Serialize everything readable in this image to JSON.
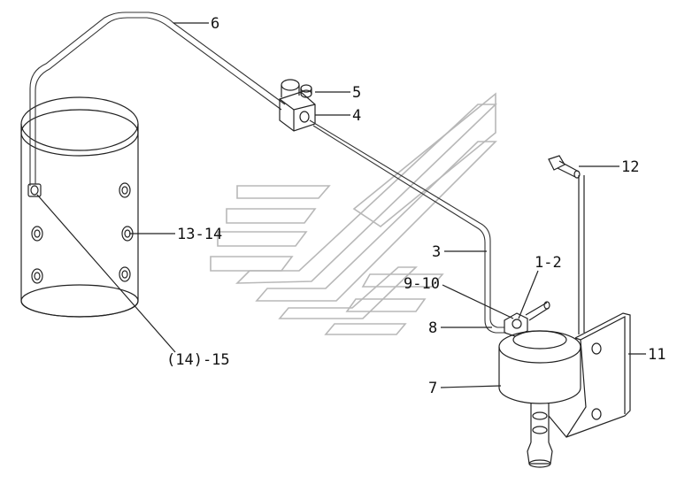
{
  "diagram": {
    "labels": {
      "p6": "6",
      "p5": "5",
      "p4": "4",
      "p12": "12",
      "p13_14": "13-14",
      "p3": "3",
      "p1_2": "1-2",
      "p9_10": "9-10",
      "p8": "8",
      "p11": "11",
      "p7": "7",
      "p14_15": "(14)-15"
    }
  }
}
